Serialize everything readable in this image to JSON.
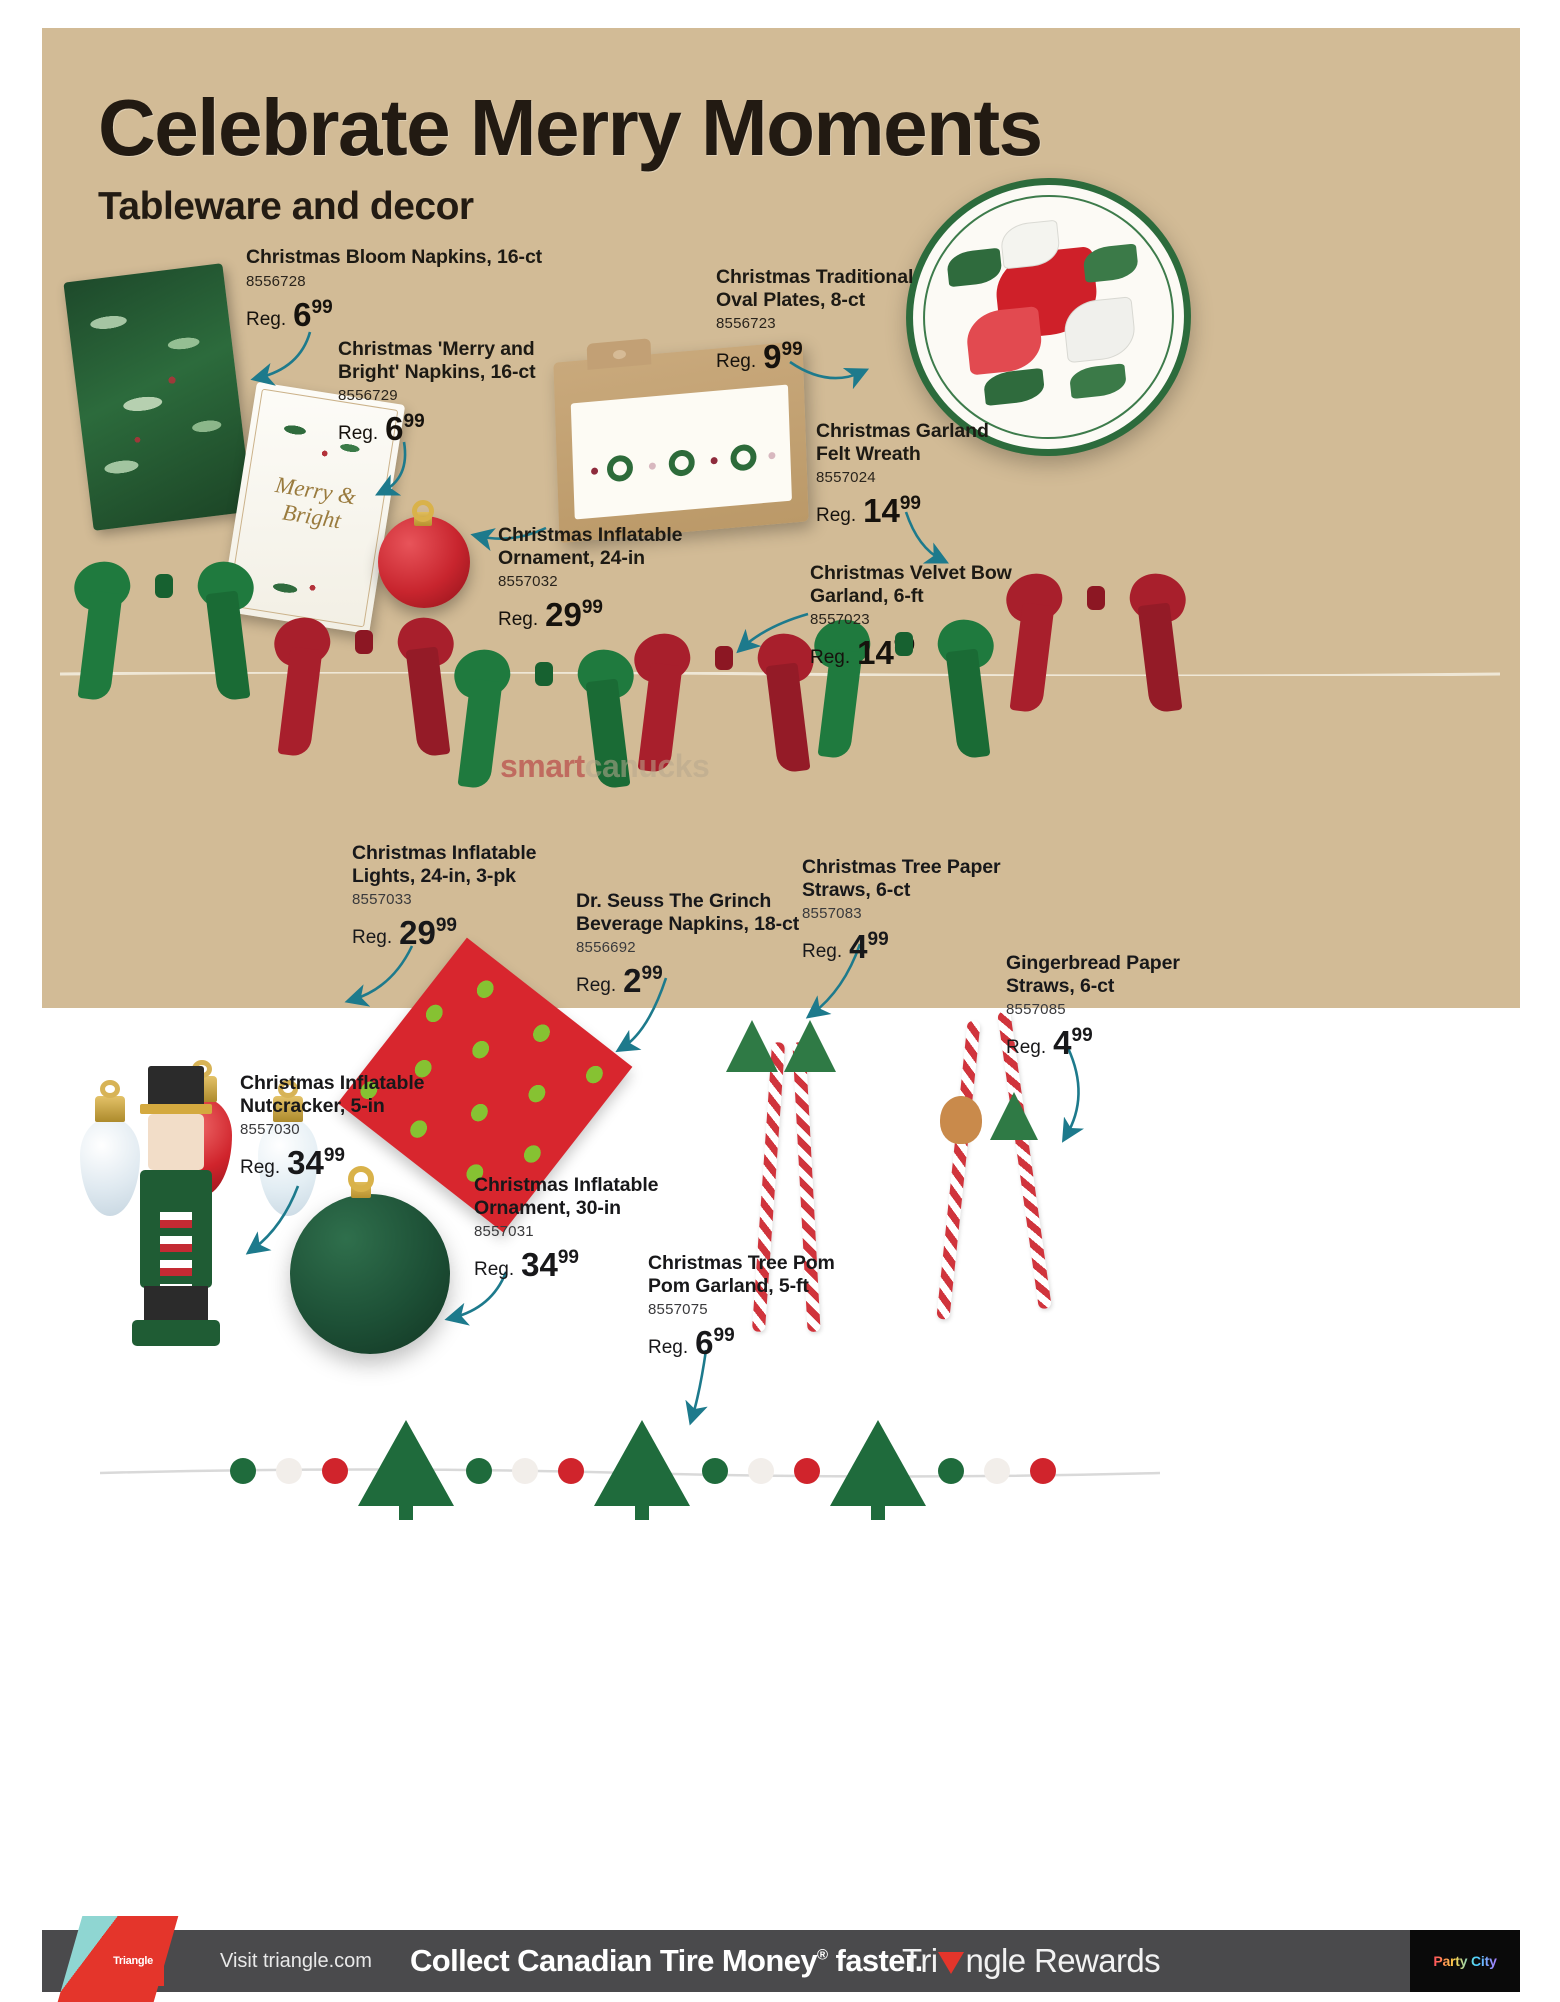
{
  "header": {
    "title": "Celebrate Merry Moments",
    "subtitle": "Tableware and decor"
  },
  "watermark": {
    "part_a": "smart",
    "part_b": "canucks"
  },
  "price_prefix": "Reg.",
  "products": [
    {
      "name": "Christmas Bloom Napkins, 16-ct",
      "sku": "8556728",
      "dollars": "6",
      "cents": "99"
    },
    {
      "name": "Christmas 'Merry and\nBright' Napkins, 16-ct",
      "sku": "8556729",
      "dollars": "6",
      "cents": "99"
    },
    {
      "name": "Christmas Traditional\nOval Plates, 8-ct",
      "sku": "8556723",
      "dollars": "9",
      "cents": "99"
    },
    {
      "name": "Christmas Garland\nFelt Wreath",
      "sku": "8557024",
      "dollars": "14",
      "cents": "99"
    },
    {
      "name": "Christmas Inflatable\nOrnament, 24-in",
      "sku": "8557032",
      "dollars": "29",
      "cents": "99"
    },
    {
      "name": "Christmas Velvet Bow\nGarland, 6-ft",
      "sku": "8557023",
      "dollars": "14",
      "cents": "99"
    },
    {
      "name": "Christmas Inflatable\nLights, 24-in, 3-pk",
      "sku": "8557033",
      "dollars": "29",
      "cents": "99"
    },
    {
      "name": "Dr. Seuss The Grinch\nBeverage Napkins, 18-ct",
      "sku": "8556692",
      "dollars": "2",
      "cents": "99"
    },
    {
      "name": "Christmas Tree Paper\nStraws, 6-ct",
      "sku": "8557083",
      "dollars": "4",
      "cents": "99"
    },
    {
      "name": "Gingerbread Paper\nStraws, 6-ct",
      "sku": "8557085",
      "dollars": "4",
      "cents": "99"
    },
    {
      "name": "Christmas Inflatable\nNutcracker, 5-in",
      "sku": "8557030",
      "dollars": "34",
      "cents": "99"
    },
    {
      "name": "Christmas Inflatable\nOrnament, 30-in",
      "sku": "8557031",
      "dollars": "34",
      "cents": "99"
    },
    {
      "name": "Christmas Tree Pom\nPom Garland, 5-ft",
      "sku": "8557075",
      "dollars": "6",
      "cents": "99"
    }
  ],
  "merry_script": "Merry & Bright",
  "footer": {
    "visit": "Visit triangle.com",
    "collect": "Collect Canadian Tire Money",
    "collect_sup": "®",
    "collect_tail": " faster.",
    "rewards_pre": "Tri",
    "rewards_post": "ngle Rewards",
    "party_city": "Party City"
  },
  "colors": {
    "panel_tan": "#d2bb96",
    "arrow_teal": "#1d7a8c",
    "footer_gray": "#4a4a4c",
    "brand_red": "#e4352b",
    "holiday_green": "#1f6b3c"
  }
}
